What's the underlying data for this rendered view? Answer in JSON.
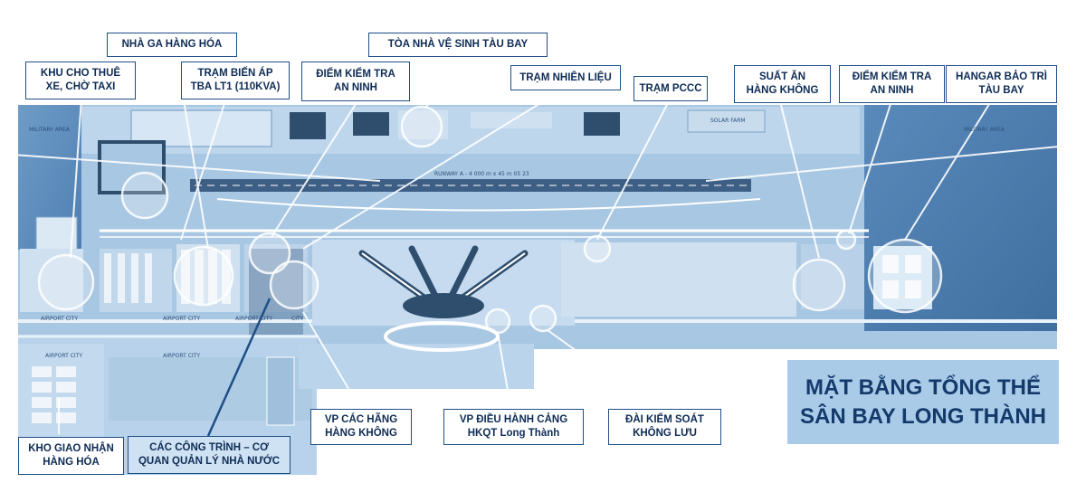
{
  "title": {
    "line1": "MẶT BẰNG TỔNG THỂ",
    "line2": "SÂN BAY LONG THÀNH"
  },
  "map_labels": {
    "military_left": "MILITARY AREA",
    "military_right": "MILITARY AREA",
    "solar_farm": "SOLAR FARM",
    "runway": "RUNWAY A - 4 000 m x 45 m 05 23",
    "airport_city_1": "AIRPORT CITY",
    "airport_city_2": "AIRPORT CITY",
    "airport_city_3": "AIRPORT CITY",
    "airport_city_4": "AIRPORT CITY",
    "airport_city_5": "AIRPORT CITY",
    "city": "CITY"
  },
  "callouts": {
    "cargo_terminal": "NHÀ GA HÀNG HÓA",
    "aircraft_hygiene": "TÒA NHÀ VỆ SINH TÀU BAY",
    "car_rental_l1": "KHU CHO THUÊ",
    "car_rental_l2": "XE, CHỜ TAXI",
    "substation_l1": "TRẠM BIẾN ÁP",
    "substation_l2": "TBA LT1 (110KVA)",
    "security_left_l1": "ĐIỂM KIỂM TRA",
    "security_left_l2": "AN NINH",
    "fuel_station": "TRẠM NHIÊN LIỆU",
    "fire_station": "TRẠM PCCC",
    "catering_l1": "SUẤT ĂN",
    "catering_l2": "HÀNG KHÔNG",
    "security_right_l1": "ĐIỂM KIỂM TRA",
    "security_right_l2": "AN NINH",
    "hangar_l1": "HANGAR BẢO TRÌ",
    "hangar_l2": "TÀU BAY",
    "airline_offices_l1": "VP CÁC HÃNG",
    "airline_offices_l2": "HÀNG KHÔNG",
    "airport_ops_l1": "VP ĐIỀU HÀNH CẢNG",
    "airport_ops_l2": "HKQT Long Thành",
    "control_tower_l1": "ĐÀI KIỂM SOÁT",
    "control_tower_l2": "KHÔNG LƯU",
    "cargo_handover_l1": "KHO GIAO NHẬN",
    "cargo_handover_l2": "HÀNG HÓA",
    "gov_agencies_l1": "CÁC CÔNG TRÌNH – CƠ",
    "gov_agencies_l2": "QUAN QUẢN LÝ NHÀ NƯỚC"
  },
  "colors": {
    "callout_border": "#1f4f87",
    "title_bg": "#a9cbe8",
    "title_text": "#143a6b",
    "leader_line": "#ffffff",
    "gov_leader": "#1f4f87"
  }
}
